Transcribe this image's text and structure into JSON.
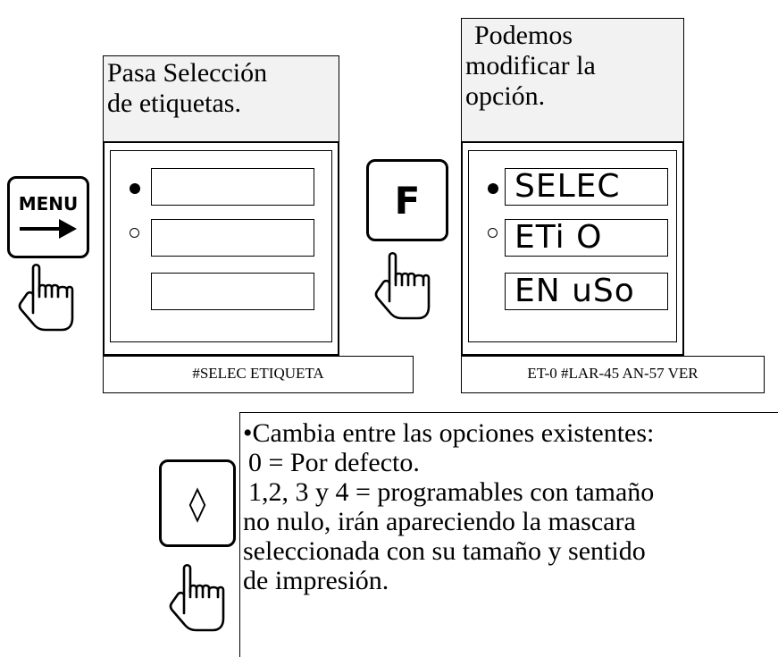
{
  "left_note": {
    "line1": "Pasa Selección",
    "line2": "de etiquetas."
  },
  "right_note": {
    "line1": "Podemos",
    "line2": "modificar la",
    "line3": "opción."
  },
  "keys": {
    "menu_label": "MENU",
    "f_label": "F",
    "arrow_glyph": "◊"
  },
  "right_display": {
    "row1": "SELEC",
    "row2": "ETi O",
    "row3": "EN uSo"
  },
  "status": {
    "left": "#SELEC ETIQUETA",
    "right": "ET-0  #LAR-45 AN-57 VER"
  },
  "description": {
    "bullet": "•",
    "line1": "Cambia entre las opciones existentes:",
    "line2": "0 = Por defecto.",
    "line3": "1,2, 3 y 4 = programables con tamaño",
    "line4": "no nulo, irán apareciendo la mascara",
    "line5": "seleccionada con su tamaño y sentido",
    "line6": "de impresión."
  },
  "icons": {
    "hand_pointer": "hand-pointer-icon",
    "arrow_right": "arrow-right-icon",
    "led_filled": "filled-dot-icon",
    "led_hollow": "hollow-dot-icon"
  }
}
